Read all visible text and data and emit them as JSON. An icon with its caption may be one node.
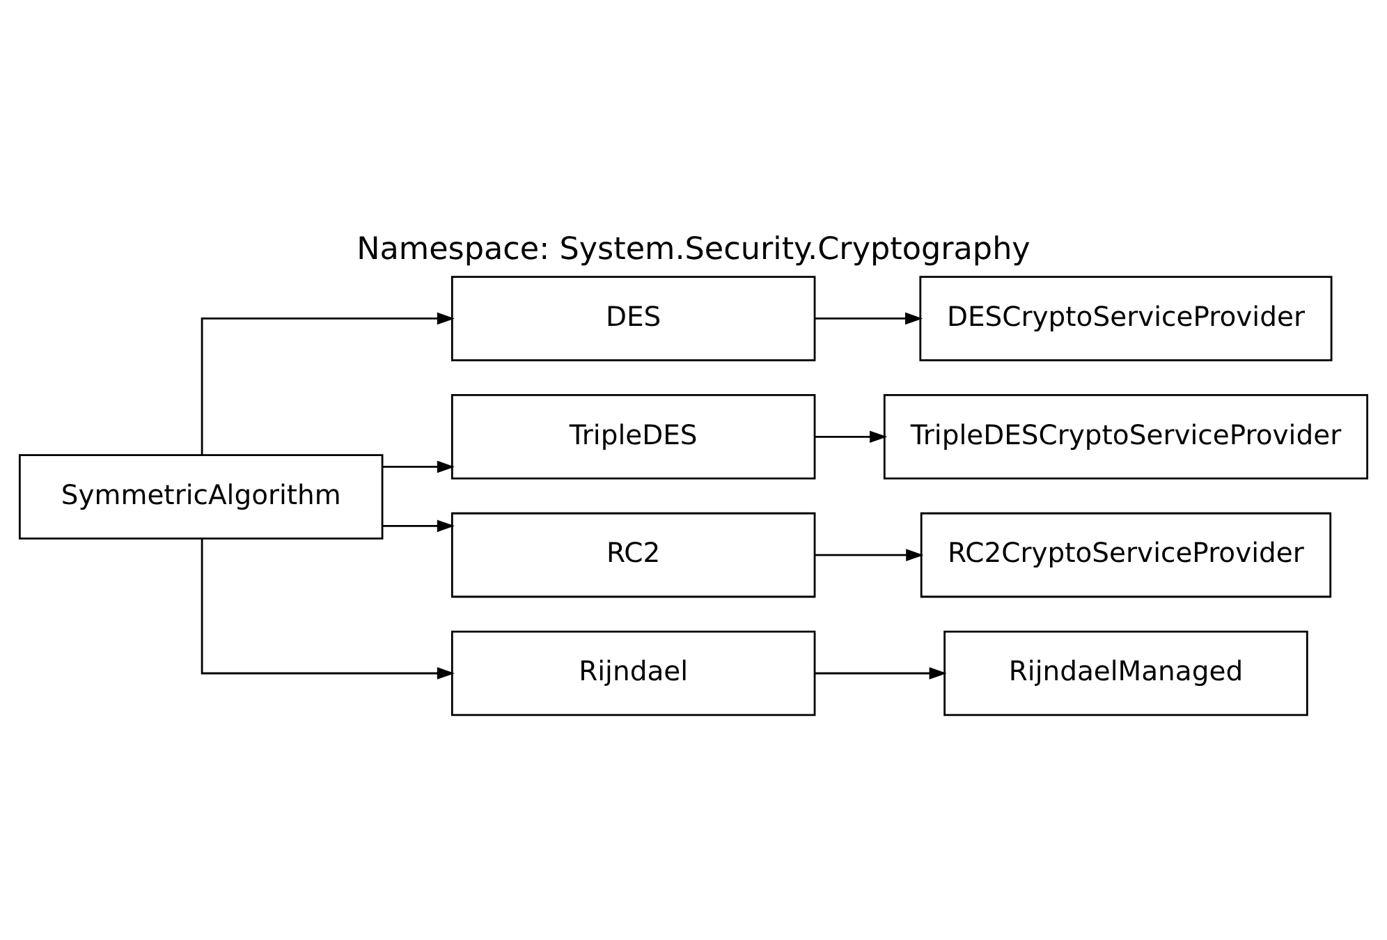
{
  "diagram": {
    "title": "Namespace: System.Security.Cryptography",
    "nodes": [
      {
        "text": [
          "SymmetricAlgorithm"
        ]
      },
      {
        "text": [
          "DES"
        ]
      },
      {
        "text": [
          "DESCryptoServiceProvider"
        ]
      },
      {
        "text": [
          "TripleDES"
        ]
      },
      {
        "text": [
          "TripleDESCryptoServiceProvider"
        ]
      },
      {
        "text": [
          "RC2"
        ]
      },
      {
        "text": [
          "RC2CryptoServiceProvider"
        ]
      },
      {
        "text": [
          "Rijndael"
        ]
      },
      {
        "text": [
          "RijndaelManaged"
        ]
      }
    ],
    "edges": [
      {
        "from": 0,
        "to": 1,
        "arrow": "to"
      },
      {
        "from": 1,
        "to": 2,
        "arrow": "to"
      },
      {
        "from": 0,
        "to": 3,
        "arrow": "to"
      },
      {
        "from": 3,
        "to": 4,
        "arrow": "to"
      },
      {
        "from": 0,
        "to": 5,
        "arrow": "to"
      },
      {
        "from": 5,
        "to": 6,
        "arrow": "to"
      },
      {
        "from": 0,
        "to": 7,
        "arrow": "to"
      },
      {
        "from": 7,
        "to": 8,
        "arrow": "to"
      }
    ]
  }
}
